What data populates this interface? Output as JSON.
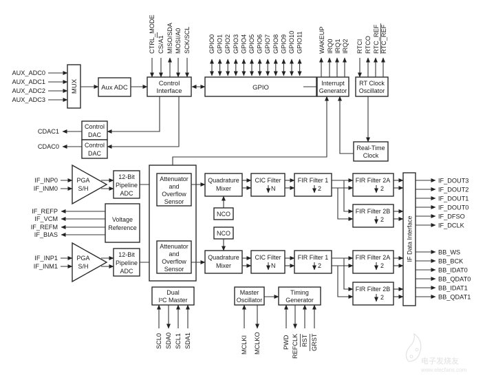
{
  "diagram": {
    "aux_inputs": [
      "AUX_ADC0",
      "AUX_ADC1",
      "AUX_ADC2",
      "AUX_ADC3"
    ],
    "mux": "MUX",
    "aux_adc": "Aux ADC",
    "control_interface": [
      "Control",
      "Interface"
    ],
    "control_pins": [
      "CTRL_MODE",
      "CS/A1",
      "MISO/SDA",
      "MOSI/A0",
      "SCK/SCL"
    ],
    "gpio": "GPIO",
    "gpio_pins": [
      "GPIO0",
      "GPIO1",
      "GPIO2",
      "GPIO3",
      "GPIO4",
      "GPIO5",
      "GPIO6",
      "GPIO7",
      "GPIO8",
      "GPIO9",
      "GPIO10",
      "GPIO11"
    ],
    "interrupt_generator": [
      "Interrupt",
      "Generator"
    ],
    "interrupt_pins": [
      "WAKEUP",
      "IRQ0",
      "IRQ1",
      "IRQ2"
    ],
    "rt_clock_oscillator": [
      "RT Clock",
      "Oscillator"
    ],
    "rtc_pins": [
      "RTCI",
      "RTCO",
      "RTC_REF",
      "RTC_REF"
    ],
    "real_time_clock": [
      "Real-Time",
      "Clock"
    ],
    "control_dac": [
      "Control",
      "DAC"
    ],
    "cdac_outputs": [
      "CDAC1",
      "CDAC0"
    ],
    "if_inputs_0": [
      "IF_INP0",
      "IF_INM0"
    ],
    "if_inputs_1": [
      "IF_INP1",
      "IF_INM1"
    ],
    "pga": [
      "PGA",
      "S/H"
    ],
    "pipeline_adc": [
      "12-Bit",
      "Pipeline",
      "ADC"
    ],
    "voltage_reference": [
      "Voltage",
      "Reference"
    ],
    "vref_pins": [
      "IF_REFP",
      "IF_VCM",
      "IF_REFM",
      "IF_BIAS"
    ],
    "attenuator": [
      "Attenuator",
      "and",
      "Overflow",
      "Sensor"
    ],
    "quadrature_mixer": [
      "Quadrature",
      "Mixer"
    ],
    "nco": "NCO",
    "cic_filter": [
      "CIC Filter",
      "N"
    ],
    "fir_filter_1": [
      "FIR Filter 1",
      "2"
    ],
    "fir_filter_2a": [
      "FIR Filter 2A",
      "2"
    ],
    "fir_filter_2b": [
      "FIR Filter 2B",
      "2"
    ],
    "if_data_interface": "IF Data Interface",
    "if_outputs": [
      "IF_DOUT3",
      "IF_DOUT2",
      "IF_DOUT1",
      "IF_DOUT0",
      "IF_DFSO",
      "IF_DCLK"
    ],
    "bb_outputs": [
      "BB_WS",
      "BB_BCK",
      "BB_IDAT0",
      "BB_QDAT0",
      "BB_IDAT1",
      "BB_QDAT1"
    ],
    "i2c_master": [
      "Dual",
      "I²C Master"
    ],
    "i2c_pins": [
      "SCL0",
      "SDA0",
      "SCL1",
      "SDA1"
    ],
    "master_oscillator": [
      "Master",
      "Oscillator"
    ],
    "mclk_pins": [
      "MCLKI",
      "MCLKO"
    ],
    "timing_generator": [
      "Timing",
      "Generator"
    ],
    "timing_pins": [
      "PWD",
      "REFCLK",
      "RST",
      "GRST"
    ],
    "watermark": [
      "电子发烧友",
      "www.elecfans.com"
    ]
  }
}
